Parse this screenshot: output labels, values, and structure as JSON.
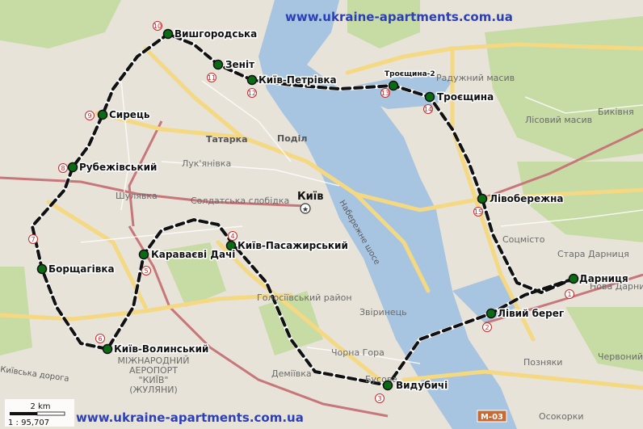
{
  "watermark_top": "www.ukraine-apartments.com.ua",
  "watermark_bottom": "www.ukraine-apartments.com.ua",
  "scale": {
    "distance": "2 km",
    "ratio": "1 : 95,707"
  },
  "colors": {
    "land": "#e7e3d8",
    "water": "#a7c4e0",
    "forest": "#c7dba5",
    "major_road": "#f4d882",
    "rail": "#c7767a",
    "route_dark": "#111111",
    "station": "#0b6b14",
    "number_marker": "#cc2a2a",
    "watermark": "#2b3fb8"
  },
  "city_label": "Київ",
  "stations": [
    {
      "num": "1",
      "name": "Дарниця"
    },
    {
      "num": "2",
      "name": "Лівий берег"
    },
    {
      "num": "3",
      "name": "Видубичі"
    },
    {
      "num": "4",
      "name": "Київ-Пасажирський"
    },
    {
      "num": "5",
      "name": "Караваєві Дачі"
    },
    {
      "num": "6",
      "name": "Київ-Волинський"
    },
    {
      "num": "7",
      "name": "Борщагівка"
    },
    {
      "num": "8",
      "name": "Рубежівський"
    },
    {
      "num": "9",
      "name": "Сирець"
    },
    {
      "num": "10",
      "name": "Вишгородська"
    },
    {
      "num": "11",
      "name": "Зеніт"
    },
    {
      "num": "12",
      "name": "Київ-Петрівка"
    },
    {
      "num": "13",
      "name": "Троєщина-2"
    },
    {
      "num": "14",
      "name": "Троєщина"
    },
    {
      "num": "15",
      "name": "Лівобережна"
    }
  ],
  "districts": [
    "Татарка",
    "Поділ",
    "Лук'янівка",
    "Шулявка",
    "Солдатська слобідка",
    "Радужний масив",
    "Лісовий масив",
    "Биківня",
    "Соцмісто",
    "Стара Дарниця",
    "Нова Дарниця",
    "Голосіївський район",
    "Звіринець",
    "Чорна Гора",
    "Позняки",
    "Осокорки",
    "Деміївка",
    "Бусова",
    "Червоний Хутір"
  ],
  "streets": [
    "Набережне шосе",
    "Київська дорога",
    "М-03"
  ],
  "airport_label": [
    "МІЖНАРОДНИЙ",
    "АЕРОПОРТ",
    "\"КИЇВ\"",
    "(ЖУЛЯНИ)"
  ]
}
